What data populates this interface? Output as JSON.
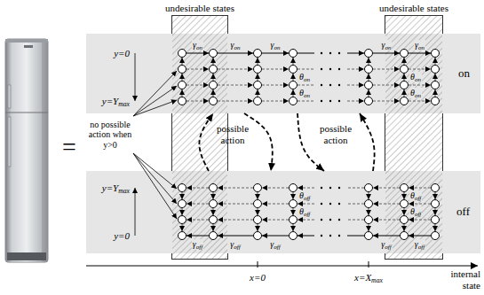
{
  "diagram": {
    "nodes": [
      {
        "text": [
          "undesirable states"
        ]
      },
      {
        "text": [
          "undesirable states"
        ]
      },
      {
        "text": [
          "on"
        ]
      },
      {
        "text": [
          "off"
        ]
      }
    ],
    "edges": [
      {
        "from": 2,
        "to": 3,
        "arrow": "to"
      },
      {
        "from": 3,
        "to": 2,
        "arrow": "to"
      },
      {
        "from": 2,
        "to": 3,
        "arrow": "to"
      },
      {
        "from": 3,
        "to": 2,
        "arrow": "to"
      }
    ],
    "labels": [
      "=",
      "y=0",
      "y=Ymax",
      "no possible action when y>0",
      "y=Ymax",
      "y=0",
      "possible action",
      "possible action",
      "γon",
      "γon",
      "γon",
      "γon",
      "γon",
      "θon",
      "θon",
      "θon",
      "θon",
      "θoff",
      "θoff",
      "θoff",
      "θoff",
      "γoff",
      "γoff",
      "γoff",
      "γoff",
      "γoff",
      "x=0",
      "x=Xmax",
      "internal state"
    ]
  }
}
